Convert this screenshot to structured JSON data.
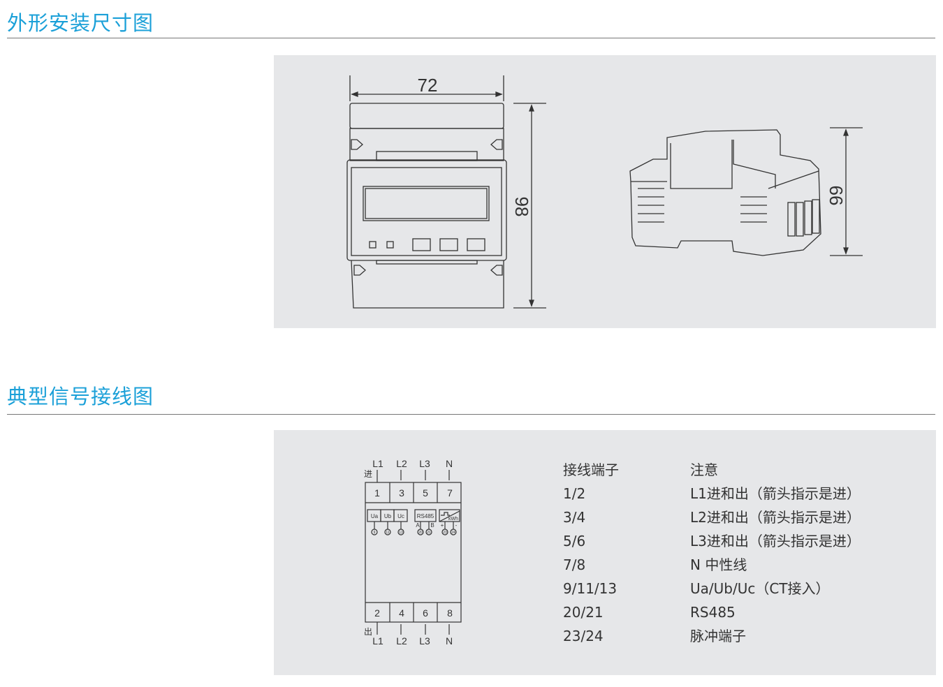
{
  "section1": {
    "title": "外形安装尺寸图",
    "width_dim": "72",
    "height_dim": "98",
    "depth_dim": "66"
  },
  "section2": {
    "title": "典型信号接线图",
    "diagram": {
      "top_labels": [
        "L1",
        "L2",
        "L3",
        "N"
      ],
      "in_label": "进",
      "out_label": "出",
      "top_terminals": [
        "1",
        "3",
        "5",
        "7"
      ],
      "bottom_terminals": [
        "2",
        "4",
        "6",
        "8"
      ],
      "bottom_labels": [
        "L1",
        "L2",
        "L3",
        "N"
      ],
      "modules": [
        "Ua",
        "Ub",
        "Uc",
        "RS485",
        "kWh"
      ],
      "pins": [
        "9",
        "11",
        "13",
        "20",
        "21",
        "23",
        "24"
      ],
      "rs_ab": [
        "A",
        "B"
      ],
      "pulse_pm": [
        "+",
        "-"
      ]
    },
    "table": {
      "headers": [
        "接线端子",
        "注意"
      ],
      "rows": [
        [
          "1/2",
          "L1进和出（箭头指示是进）"
        ],
        [
          "3/4",
          "L2进和出（箭头指示是进）"
        ],
        [
          "5/6",
          "L3进和出（箭头指示是进）"
        ],
        [
          "7/8",
          "N 中性线"
        ],
        [
          "9/11/13",
          "Ua/Ub/Uc（CT接入）"
        ],
        [
          "20/21",
          "RS485"
        ],
        [
          "23/24",
          "脉冲端子"
        ]
      ]
    }
  }
}
